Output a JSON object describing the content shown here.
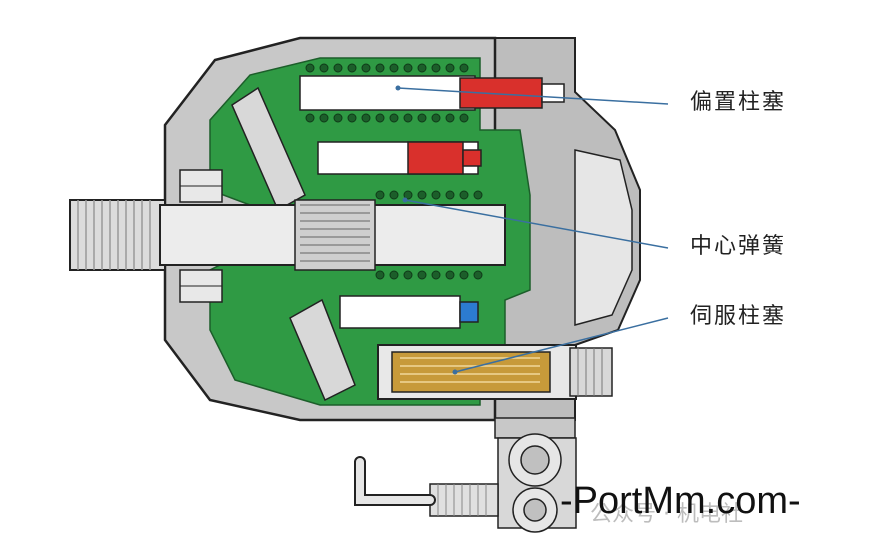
{
  "labels": {
    "bias_piston": "偏置柱塞",
    "center_spring": "中心弹簧",
    "servo_piston": "伺服柱塞"
  },
  "watermark": {
    "text": "-PortMm.com-",
    "faint_text": "公众号 · 机电社"
  },
  "colors": {
    "housing": "#c8c8c8",
    "fluid": "#2f9a44",
    "bias_piston": "#d9302c",
    "control_piston": "#d9302c",
    "servo_piston": "#c79a3a",
    "valve_tip": "#2c7bd0",
    "leader_line": "#3a6fa0",
    "outline": "#222222"
  }
}
